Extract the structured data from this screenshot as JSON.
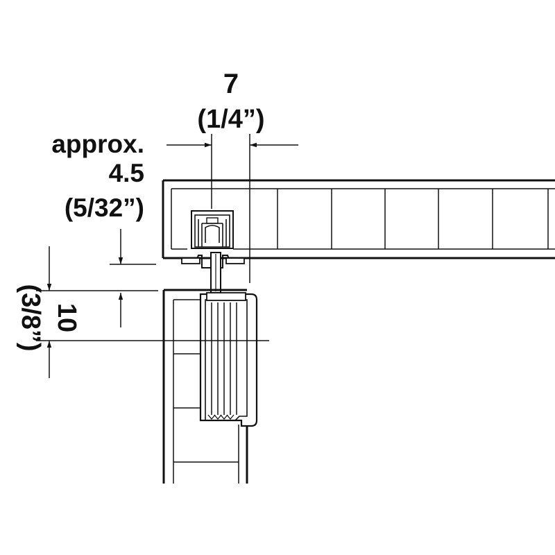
{
  "dimensions": {
    "width_value": "7",
    "width_imperial": "(1/4”)",
    "offset_prefix": "approx.",
    "offset_value": "4.5",
    "offset_imperial": "(5/32”)",
    "gap_value": "10",
    "gap_imperial": "(3/8”)"
  },
  "colors": {
    "line": "#111111",
    "background": "#ffffff"
  }
}
